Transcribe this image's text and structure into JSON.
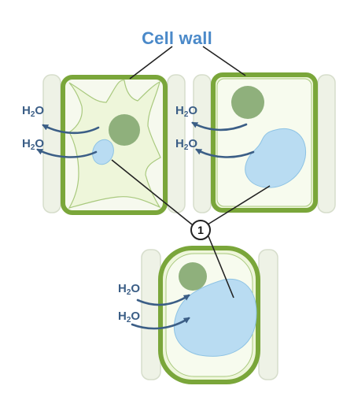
{
  "title": "Cell wall",
  "water_label": {
    "base": "H",
    "subscript": "2",
    "tail": "O"
  },
  "callout_number": "1",
  "colors": {
    "title": "#4a89c9",
    "cell_wall": "#7aa63a",
    "cytoplasm": "#eef6da",
    "nucleus": "#8fb07c",
    "vacuole": "#b9dcf2",
    "arrow": "#3b5e86",
    "neighbor_cell": "#eef2e6"
  }
}
